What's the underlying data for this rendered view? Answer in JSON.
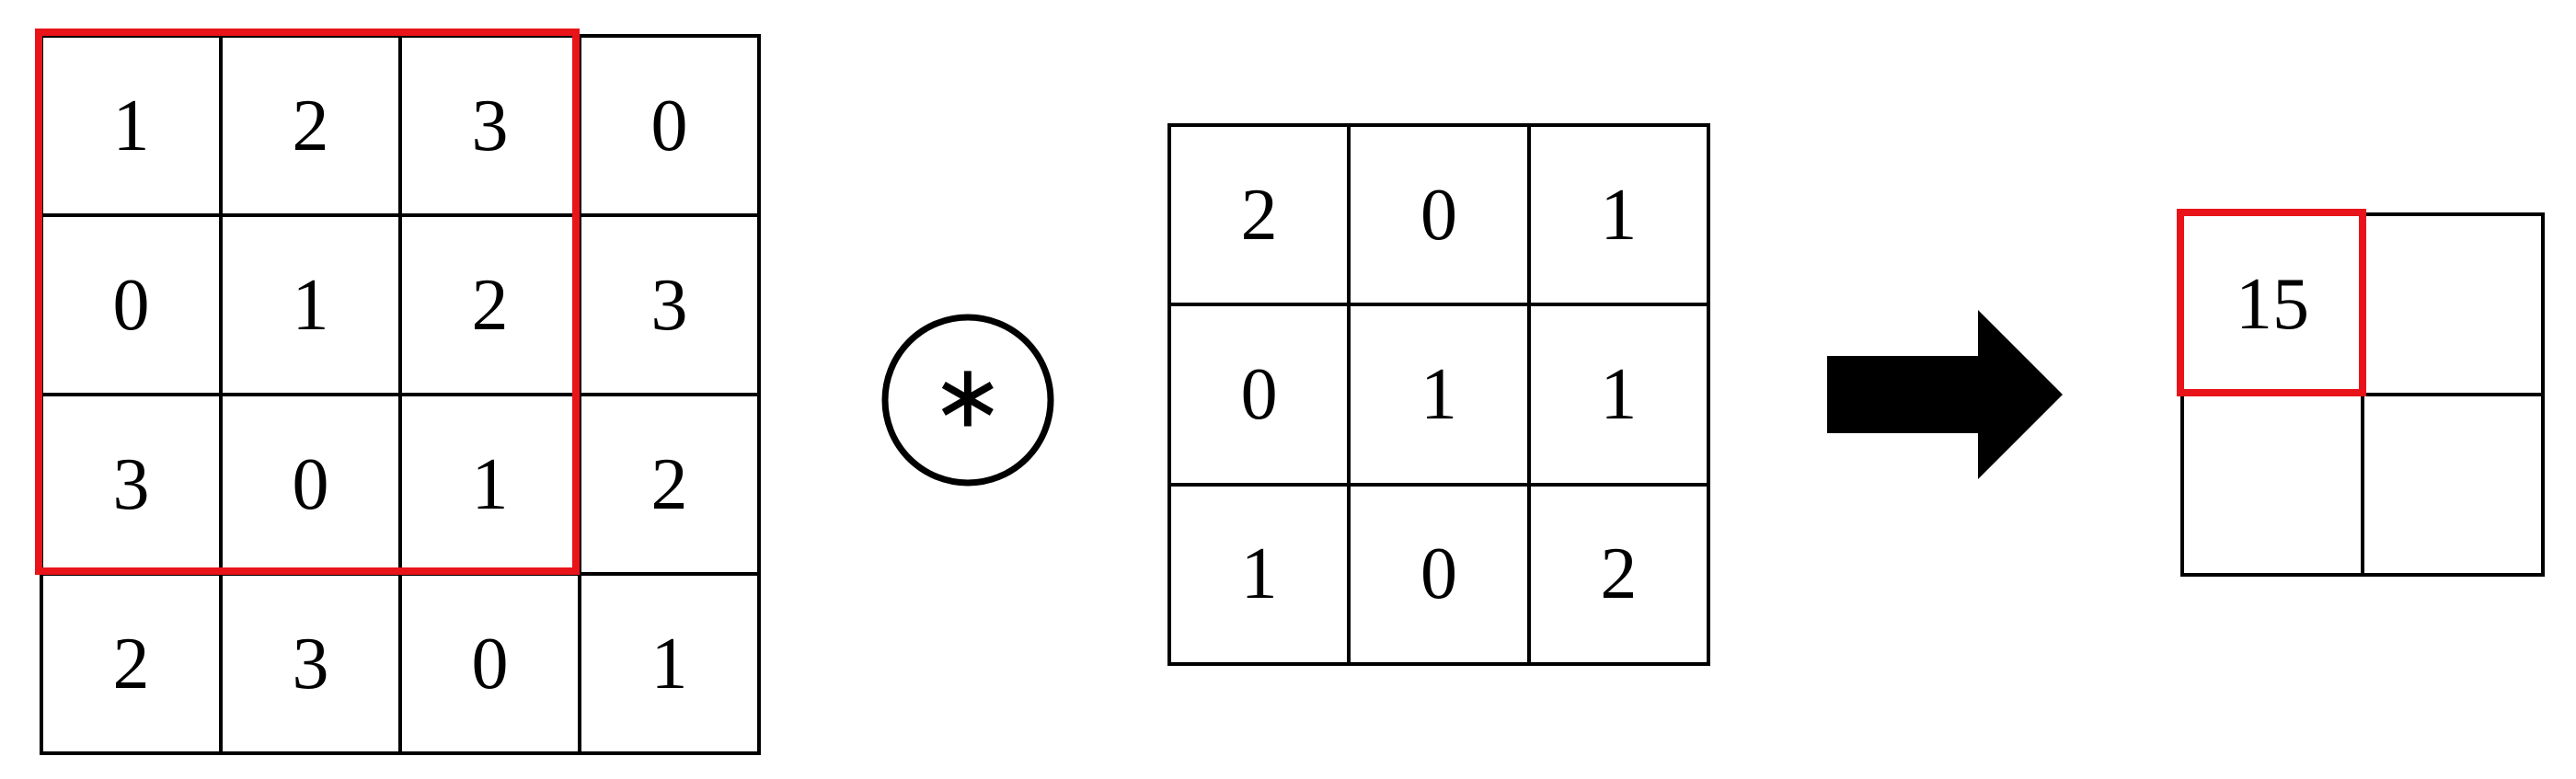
{
  "input_matrix": {
    "rows": [
      [
        "1",
        "2",
        "3",
        "0"
      ],
      [
        "0",
        "1",
        "2",
        "3"
      ],
      [
        "3",
        "0",
        "1",
        "2"
      ],
      [
        "2",
        "3",
        "0",
        "1"
      ]
    ]
  },
  "operator": {
    "symbol": "∗"
  },
  "kernel_matrix": {
    "rows": [
      [
        "2",
        "0",
        "1"
      ],
      [
        "0",
        "1",
        "1"
      ],
      [
        "1",
        "0",
        "2"
      ]
    ]
  },
  "output_matrix": {
    "rows": [
      [
        "15",
        ""
      ],
      [
        "",
        ""
      ]
    ]
  },
  "colors": {
    "highlight": "#e8141a",
    "line": "#000000",
    "arrow": "#000000"
  },
  "icons": {
    "operator": "circled-asterisk-icon",
    "result": "right-arrow-icon"
  }
}
